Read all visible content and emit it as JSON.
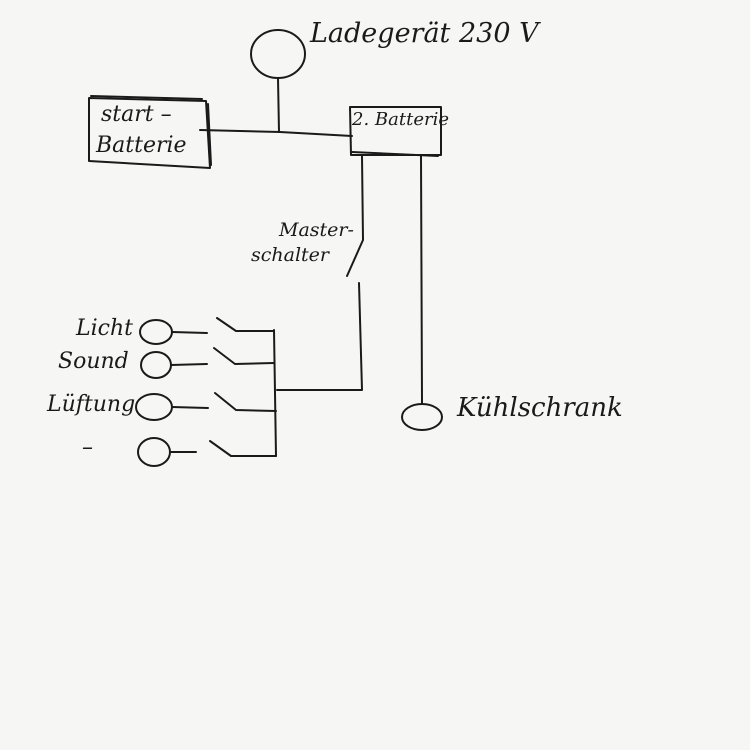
{
  "colors": {
    "ink": "#1a1a1a",
    "paper": "#f6f6f4"
  },
  "labels": {
    "charger": "Ladegerät 230 V",
    "start_battery_line1": "start –",
    "start_battery_line2": "Batterie",
    "second_battery": "2. Batterie",
    "master_switch_line1": "Master-",
    "master_switch_line2": "schalter",
    "fridge": "Kühlschrank"
  },
  "circuits": [
    {
      "label": "Licht"
    },
    {
      "label": "Sound"
    },
    {
      "label": "Lüftung"
    },
    {
      "label": "–"
    }
  ]
}
